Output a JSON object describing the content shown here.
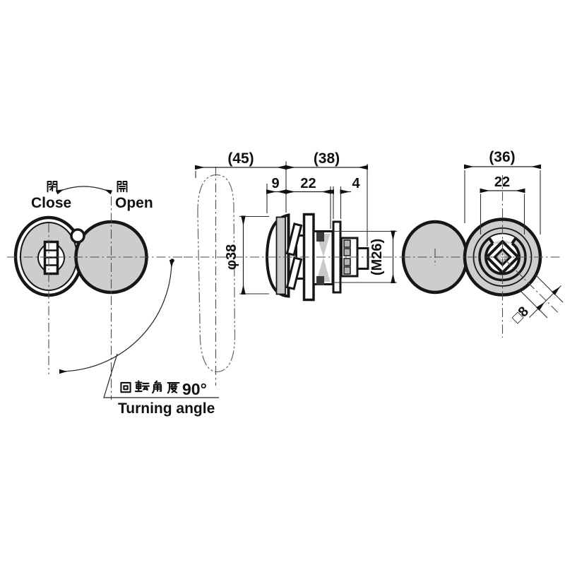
{
  "colors": {
    "line": "#161616",
    "metal_fill": "#cdcdcd",
    "background": "#ffffff"
  },
  "front_view": {
    "closed_label_jp": "閉",
    "closed_label_en": "Close",
    "open_label_jp": "開",
    "open_label_en": "Open",
    "turning_angle_jp": "回転角度90°",
    "turning_angle_value": "90°",
    "turning_angle_en": "Turning angle"
  },
  "side_view": {
    "dim_knob_protrusion": "(45)",
    "dim_body_depth": "(38)",
    "dim_head_depth": "9",
    "dim_thread_length": "22",
    "dim_washer_thickness": "4",
    "dim_head_diameter": "φ38",
    "dim_thread_size": "(M26)"
  },
  "rear_view": {
    "dim_knob_diameter": "(36)",
    "dim_cam_diameter": "22",
    "dim_square_drive": "□8"
  }
}
